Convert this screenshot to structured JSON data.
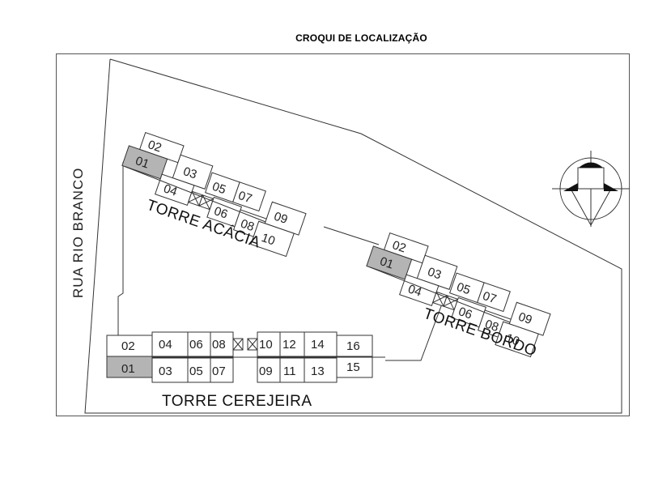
{
  "title": "CROQUI DE LOCALIZAÇÃO",
  "street": "RUA RIO BRANCO",
  "towers": {
    "acacia": {
      "name": "TORRE ACÁCIA",
      "units": [
        "01",
        "02",
        "03",
        "04",
        "05",
        "06",
        "07",
        "08",
        "09",
        "10"
      ]
    },
    "bordo": {
      "name": "TORRE BORDO",
      "units": [
        "01",
        "02",
        "03",
        "04",
        "05",
        "06",
        "07",
        "08",
        "09",
        "10"
      ]
    },
    "cerejeira": {
      "name": "TORRE CEREJEIRA",
      "units": [
        "01",
        "02",
        "03",
        "04",
        "05",
        "06",
        "07",
        "08",
        "09",
        "10",
        "11",
        "12",
        "13",
        "14",
        "15",
        "16"
      ]
    }
  },
  "highlighted_unit": "01",
  "colors": {
    "highlight": "#b4b4b4",
    "line": "#333333"
  },
  "icons": [
    "north-arrow-icon",
    "elevator-icon"
  ]
}
